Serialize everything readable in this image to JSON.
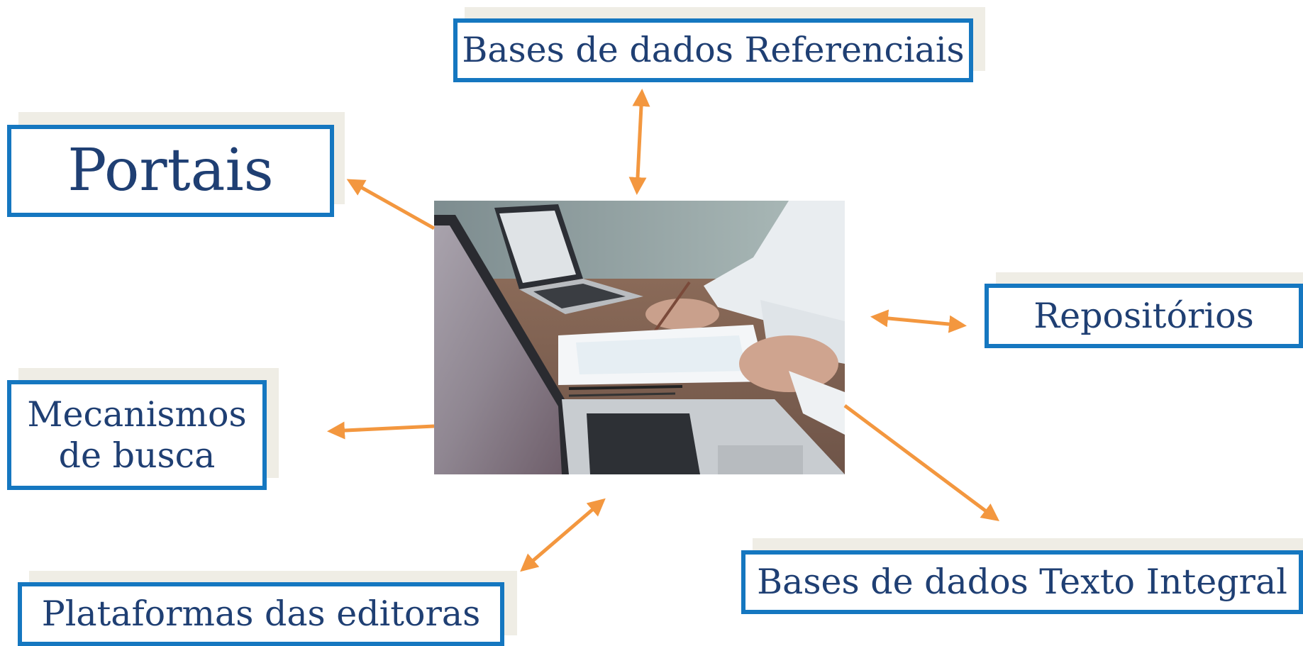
{
  "nodes": {
    "referenciais": "Bases de dados Referenciais",
    "portais": "Portais",
    "repositorios": "Repositórios",
    "mecanismos": "Mecanismos de busca",
    "plataformas": "Plataformas das editoras",
    "texto_integral": "Bases de dados Texto Integral"
  },
  "image": {
    "subject": "laptops-and-handwritten-notes-on-desk"
  },
  "colors": {
    "box_border": "#1577c0",
    "box_shadow": "#efede5",
    "text": "#1f3f73",
    "arrow": "#f3973f"
  }
}
